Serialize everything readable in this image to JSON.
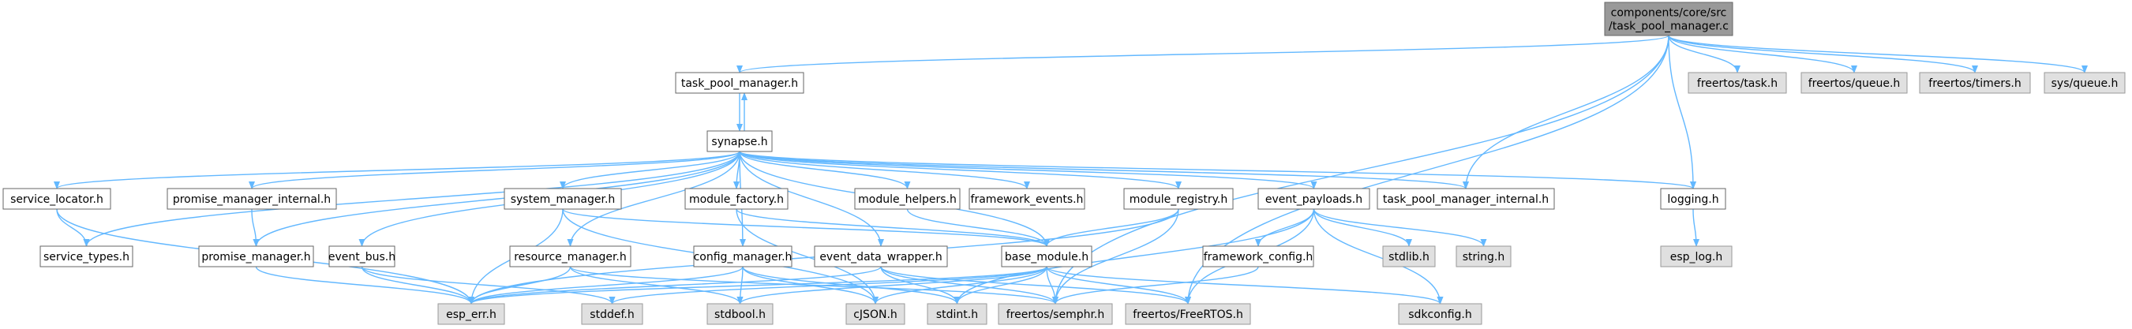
{
  "diagram": {
    "colors": {
      "edge": "#63b8ff",
      "root_fill": "#999999",
      "root_stroke": "#666666",
      "node_fill": "#ffffff",
      "node_stroke": "#666666",
      "external_fill": "#e0e0e0",
      "external_stroke": "#999999"
    },
    "nodes": [
      {
        "id": "root",
        "lines": [
          "components/core/src",
          "/task_pool_manager.c"
        ],
        "kind": "root"
      },
      {
        "id": "tpm_h",
        "lines": [
          "task_pool_manager.h"
        ],
        "kind": "file"
      },
      {
        "id": "freertos_task",
        "lines": [
          "freertos/task.h"
        ],
        "kind": "external"
      },
      {
        "id": "freertos_queue",
        "lines": [
          "freertos/queue.h"
        ],
        "kind": "external"
      },
      {
        "id": "freertos_timers",
        "lines": [
          "freertos/timers.h"
        ],
        "kind": "external"
      },
      {
        "id": "sys_queue",
        "lines": [
          "sys/queue.h"
        ],
        "kind": "external"
      },
      {
        "id": "synapse",
        "lines": [
          "synapse.h"
        ],
        "kind": "file"
      },
      {
        "id": "service_locator",
        "lines": [
          "service_locator.h"
        ],
        "kind": "file"
      },
      {
        "id": "promise_internal",
        "lines": [
          "promise_manager_internal.h"
        ],
        "kind": "file"
      },
      {
        "id": "system_manager",
        "lines": [
          "system_manager.h"
        ],
        "kind": "file"
      },
      {
        "id": "module_factory",
        "lines": [
          "module_factory.h"
        ],
        "kind": "file"
      },
      {
        "id": "module_helpers",
        "lines": [
          "module_helpers.h"
        ],
        "kind": "file"
      },
      {
        "id": "framework_events",
        "lines": [
          "framework_events.h"
        ],
        "kind": "file"
      },
      {
        "id": "module_registry",
        "lines": [
          "module_registry.h"
        ],
        "kind": "file"
      },
      {
        "id": "event_payloads",
        "lines": [
          "event_payloads.h"
        ],
        "kind": "file"
      },
      {
        "id": "tpm_internal",
        "lines": [
          "task_pool_manager_internal.h"
        ],
        "kind": "file"
      },
      {
        "id": "logging",
        "lines": [
          "logging.h"
        ],
        "kind": "file"
      },
      {
        "id": "service_types",
        "lines": [
          "service_types.h"
        ],
        "kind": "file"
      },
      {
        "id": "promise_manager",
        "lines": [
          "promise_manager.h"
        ],
        "kind": "file"
      },
      {
        "id": "event_bus",
        "lines": [
          "event_bus.h"
        ],
        "kind": "file"
      },
      {
        "id": "resource_manager",
        "lines": [
          "resource_manager.h"
        ],
        "kind": "file"
      },
      {
        "id": "config_manager",
        "lines": [
          "config_manager.h"
        ],
        "kind": "file"
      },
      {
        "id": "event_data_wrapper",
        "lines": [
          "event_data_wrapper.h"
        ],
        "kind": "file"
      },
      {
        "id": "base_module",
        "lines": [
          "base_module.h"
        ],
        "kind": "file"
      },
      {
        "id": "framework_config",
        "lines": [
          "framework_config.h"
        ],
        "kind": "file"
      },
      {
        "id": "stdlib",
        "lines": [
          "stdlib.h"
        ],
        "kind": "external"
      },
      {
        "id": "string",
        "lines": [
          "string.h"
        ],
        "kind": "external"
      },
      {
        "id": "esp_log",
        "lines": [
          "esp_log.h"
        ],
        "kind": "external"
      },
      {
        "id": "esp_err",
        "lines": [
          "esp_err.h"
        ],
        "kind": "external"
      },
      {
        "id": "stddef",
        "lines": [
          "stddef.h"
        ],
        "kind": "external"
      },
      {
        "id": "stdbool",
        "lines": [
          "stdbool.h"
        ],
        "kind": "external"
      },
      {
        "id": "cjson",
        "lines": [
          "cJSON.h"
        ],
        "kind": "external"
      },
      {
        "id": "stdint",
        "lines": [
          "stdint.h"
        ],
        "kind": "external"
      },
      {
        "id": "semphr",
        "lines": [
          "freertos/semphr.h"
        ],
        "kind": "external"
      },
      {
        "id": "freertos_h",
        "lines": [
          "freertos/FreeRTOS.h"
        ],
        "kind": "external"
      },
      {
        "id": "sdkconfig",
        "lines": [
          "sdkconfig.h"
        ],
        "kind": "external"
      }
    ],
    "edges": [
      [
        "root",
        "tpm_h"
      ],
      [
        "root",
        "freertos_task"
      ],
      [
        "root",
        "freertos_queue"
      ],
      [
        "root",
        "freertos_timers"
      ],
      [
        "root",
        "sys_queue"
      ],
      [
        "root",
        "tpm_internal"
      ],
      [
        "root",
        "logging"
      ],
      [
        "root",
        "semphr"
      ],
      [
        "root",
        "freertos_h"
      ],
      [
        "tpm_h",
        "synapse"
      ],
      [
        "synapse",
        "tpm_h"
      ],
      [
        "synapse",
        "service_locator"
      ],
      [
        "synapse",
        "promise_internal"
      ],
      [
        "synapse",
        "system_manager"
      ],
      [
        "synapse",
        "module_factory"
      ],
      [
        "synapse",
        "module_helpers"
      ],
      [
        "synapse",
        "framework_events"
      ],
      [
        "synapse",
        "module_registry"
      ],
      [
        "synapse",
        "event_payloads"
      ],
      [
        "synapse",
        "tpm_internal"
      ],
      [
        "synapse",
        "logging"
      ],
      [
        "synapse",
        "service_types"
      ],
      [
        "synapse",
        "promise_manager"
      ],
      [
        "synapse",
        "event_bus"
      ],
      [
        "synapse",
        "resource_manager"
      ],
      [
        "synapse",
        "config_manager"
      ],
      [
        "synapse",
        "event_data_wrapper"
      ],
      [
        "synapse",
        "base_module"
      ],
      [
        "service_locator",
        "service_types"
      ],
      [
        "service_locator",
        "esp_err"
      ],
      [
        "promise_internal",
        "promise_manager"
      ],
      [
        "promise_manager",
        "esp_err"
      ],
      [
        "system_manager",
        "esp_err"
      ],
      [
        "system_manager",
        "base_module"
      ],
      [
        "system_manager",
        "cjson"
      ],
      [
        "module_factory",
        "base_module"
      ],
      [
        "module_factory",
        "cjson"
      ],
      [
        "module_helpers",
        "base_module"
      ],
      [
        "module_registry",
        "base_module"
      ],
      [
        "module_registry",
        "esp_err"
      ],
      [
        "module_registry",
        "semphr"
      ],
      [
        "event_payloads",
        "stdlib"
      ],
      [
        "event_payloads",
        "string"
      ],
      [
        "event_payloads",
        "framework_config"
      ],
      [
        "event_payloads",
        "stdint"
      ],
      [
        "event_payloads",
        "freertos_h"
      ],
      [
        "event_payloads",
        "sdkconfig"
      ],
      [
        "logging",
        "esp_log"
      ],
      [
        "event_bus",
        "esp_err"
      ],
      [
        "event_bus",
        "stddef"
      ],
      [
        "resource_manager",
        "esp_err"
      ],
      [
        "resource_manager",
        "stdbool"
      ],
      [
        "resource_manager",
        "semphr"
      ],
      [
        "config_manager",
        "esp_err"
      ],
      [
        "config_manager",
        "stdbool"
      ],
      [
        "config_manager",
        "cjson"
      ],
      [
        "config_manager",
        "stdint"
      ],
      [
        "event_data_wrapper",
        "esp_err"
      ],
      [
        "event_data_wrapper",
        "stdint"
      ],
      [
        "event_data_wrapper",
        "semphr"
      ],
      [
        "event_data_wrapper",
        "freertos_h"
      ],
      [
        "base_module",
        "esp_err"
      ],
      [
        "base_module",
        "stddef"
      ],
      [
        "base_module",
        "stdbool"
      ],
      [
        "base_module",
        "cjson"
      ],
      [
        "base_module",
        "stdint"
      ],
      [
        "base_module",
        "semphr"
      ],
      [
        "base_module",
        "freertos_h"
      ],
      [
        "base_module",
        "sdkconfig"
      ],
      [
        "framework_config",
        "semphr"
      ]
    ]
  }
}
